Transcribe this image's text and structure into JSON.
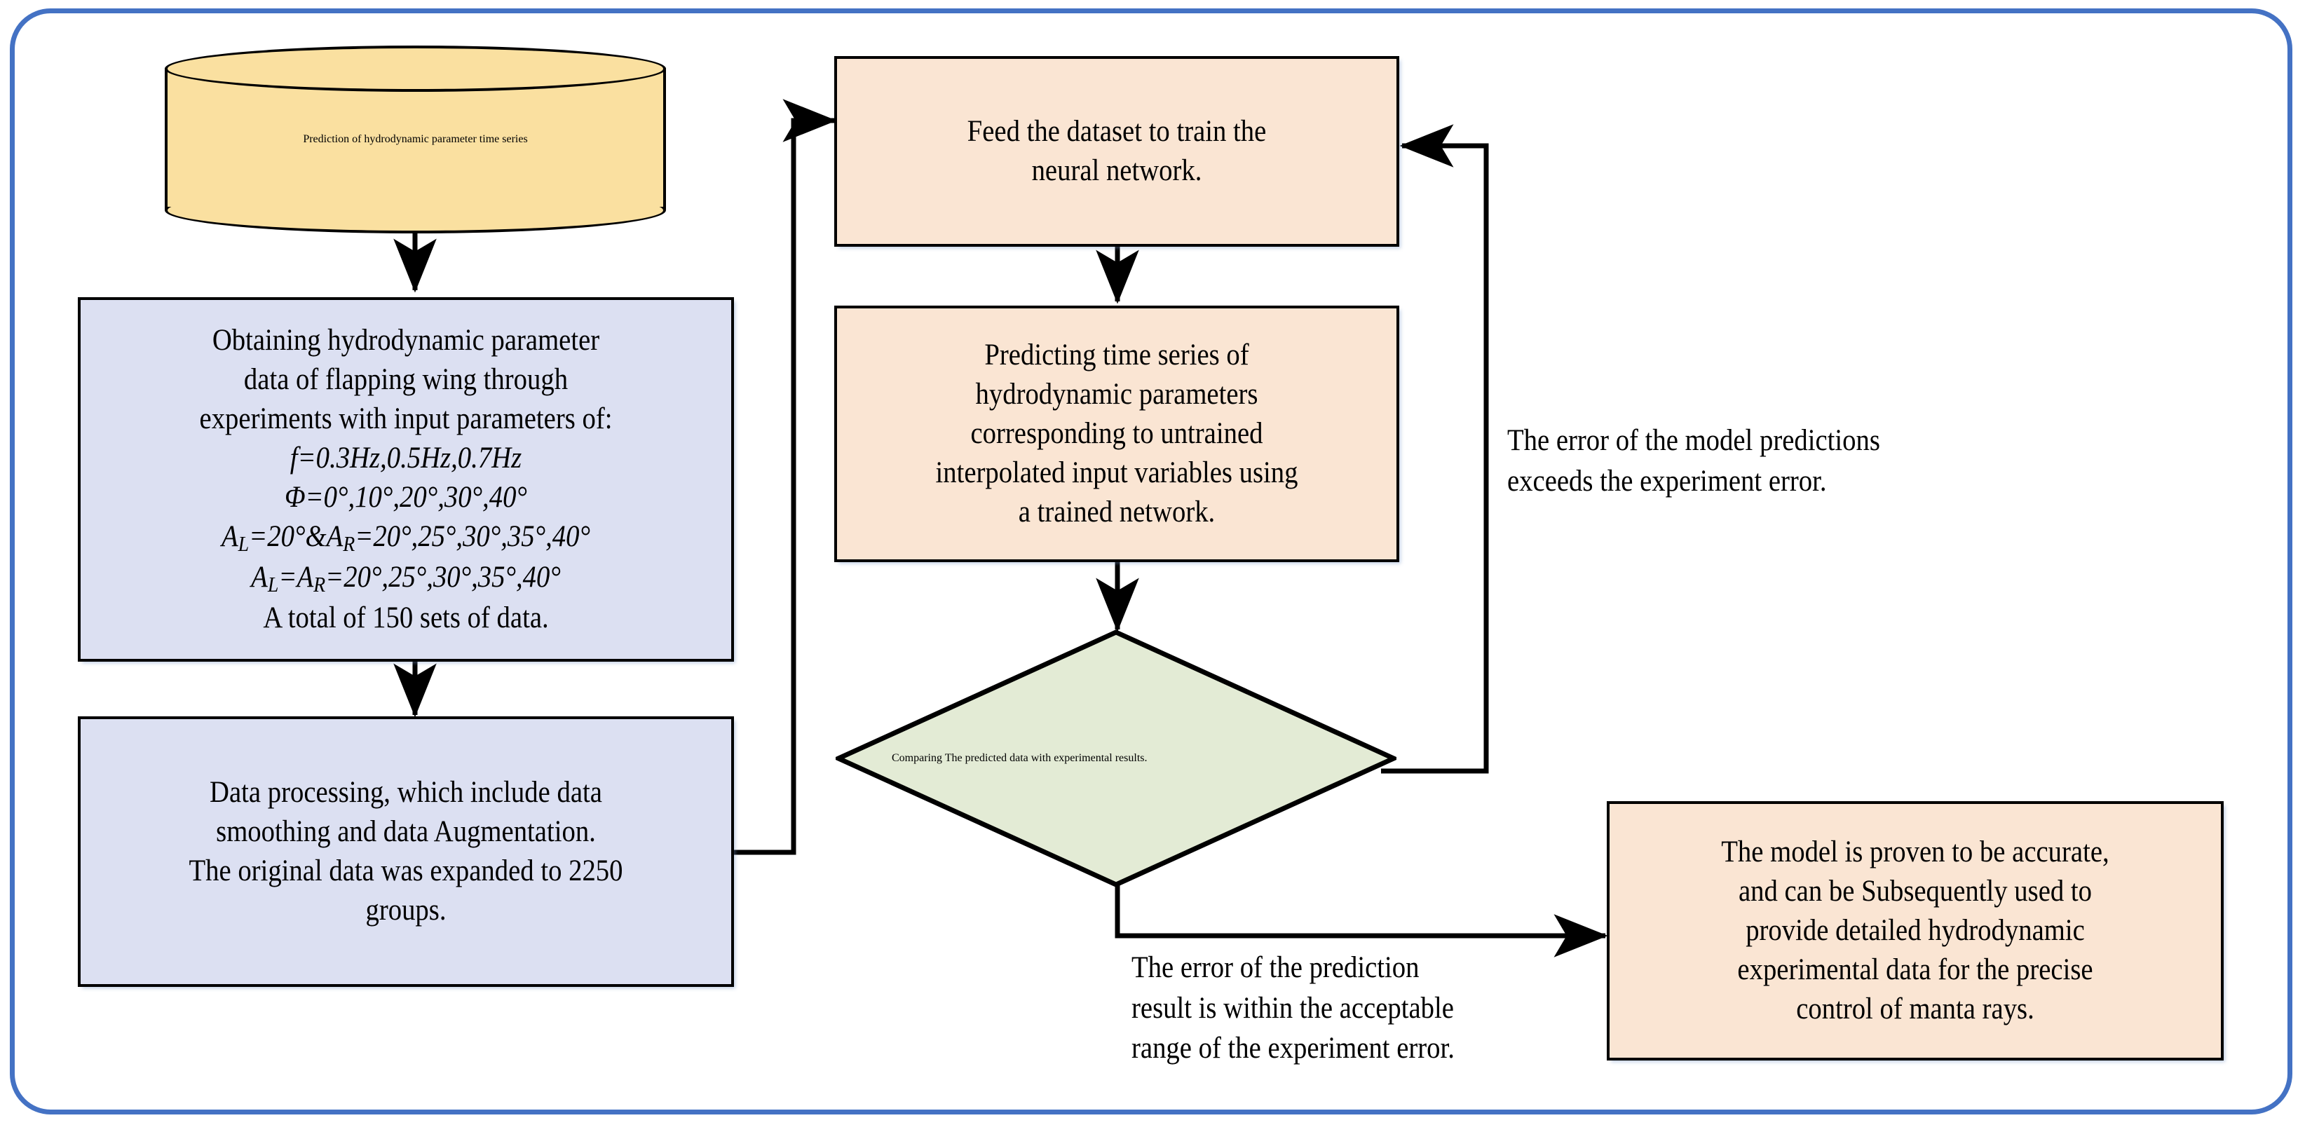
{
  "diagram": {
    "title": "Flowchart: prediction of hydrodynamic parameter time series",
    "frame_color": "#4472C4",
    "colors": {
      "frame": "#4472C4",
      "database_fill": "#FAE0A0",
      "process_blue_fill": "#DCE0F2",
      "process_peach_fill": "#FAE5D3",
      "decision_green_fill": "#E3EBD5",
      "outline": "#000000"
    }
  },
  "nodes": {
    "database": {
      "shape": "cylinder",
      "text": "Prediction of hydrodynamic\nparameter time series"
    },
    "obtain_data": {
      "shape": "process",
      "line1": "Obtaining hydrodynamic parameter",
      "line2": "data of flapping wing through",
      "line3": "experiments with input parameters of:",
      "param_f": "f=0.3Hz,0.5Hz,0.7Hz",
      "param_phi": "Φ=0°,10°,20°,30°,40°",
      "param_al_ar_amp": "AL=20°&AR=20°,25°,30°,35°,40°",
      "param_al_eq_ar": "AL=AR=20°,25°,30°,35°,40°",
      "total": "A total of 150 sets of data."
    },
    "data_processing": {
      "shape": "process",
      "text": "Data processing, which include data\nsmoothing and data Augmentation.\nThe original data was expanded to 2250\ngroups."
    },
    "train_network": {
      "shape": "process",
      "text": "Feed the dataset to train the\nneural network."
    },
    "predict_series": {
      "shape": "process",
      "text": "Predicting time series of\nhydrodynamic parameters\ncorresponding to untrained\ninterpolated input variables using\na trained network."
    },
    "compare_decision": {
      "shape": "decision",
      "text": "Comparing The\npredicted data with\nexperimental results."
    },
    "conclusion": {
      "shape": "process",
      "text": "The model is proven to be accurate,\nand can be Subsequently used to\nprovide detailed hydrodynamic\nexperimental data for the precise\ncontrol of manta rays."
    }
  },
  "edges": {
    "error_exceeds": "The error of the model predictions\nexceeds the experiment error.",
    "error_acceptable": "The error of the  prediction\nresult is within the acceptable\nrange of the experiment error."
  }
}
